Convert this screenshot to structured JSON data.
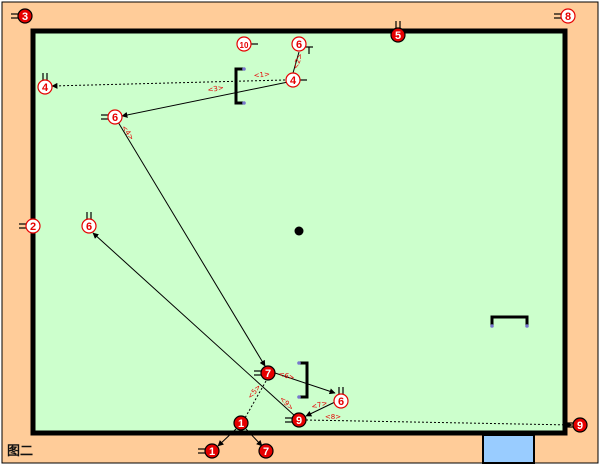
{
  "caption": "图二",
  "colors": {
    "border_zone": "#ffcc99",
    "field": "#ccffcc",
    "outline": "#000000",
    "attacker": "#e60000",
    "defender": "#ffffff",
    "marker_text": "#e60000",
    "goal_post": "#7777cc",
    "box": "#99ccff"
  },
  "players": [
    {
      "id": "p3",
      "team": "red",
      "label": "3"
    },
    {
      "id": "p8",
      "team": "white",
      "label": "8"
    },
    {
      "id": "p5",
      "team": "red",
      "label": "5"
    },
    {
      "id": "p10",
      "team": "white",
      "label": "10"
    },
    {
      "id": "p6top",
      "team": "white",
      "label": "6"
    },
    {
      "id": "p4mid",
      "team": "white",
      "label": "4"
    },
    {
      "id": "p4left",
      "team": "white",
      "label": "4"
    },
    {
      "id": "p6a",
      "team": "white",
      "label": "6"
    },
    {
      "id": "p2",
      "team": "white",
      "label": "2"
    },
    {
      "id": "p6b",
      "team": "white",
      "label": "6"
    },
    {
      "id": "p7",
      "team": "red",
      "label": "7"
    },
    {
      "id": "p6c",
      "team": "white",
      "label": "6"
    },
    {
      "id": "p9",
      "team": "red",
      "label": "9"
    },
    {
      "id": "p9right",
      "team": "red",
      "label": "9"
    },
    {
      "id": "p1mid",
      "team": "red",
      "label": "1"
    },
    {
      "id": "p1bot",
      "team": "red",
      "label": "1"
    },
    {
      "id": "p7bot",
      "team": "red",
      "label": "7"
    }
  ],
  "step_markers": [
    {
      "id": "m1",
      "label": "<1>"
    },
    {
      "id": "m2",
      "label": "<2>"
    },
    {
      "id": "m3",
      "label": "<3>"
    },
    {
      "id": "m4",
      "label": "<4>"
    },
    {
      "id": "m5",
      "label": "<5>"
    },
    {
      "id": "m6",
      "label": "<6>"
    },
    {
      "id": "m7",
      "label": "<7>"
    },
    {
      "id": "m8",
      "label": "<8>"
    },
    {
      "id": "m9",
      "label": "<9>"
    }
  ]
}
